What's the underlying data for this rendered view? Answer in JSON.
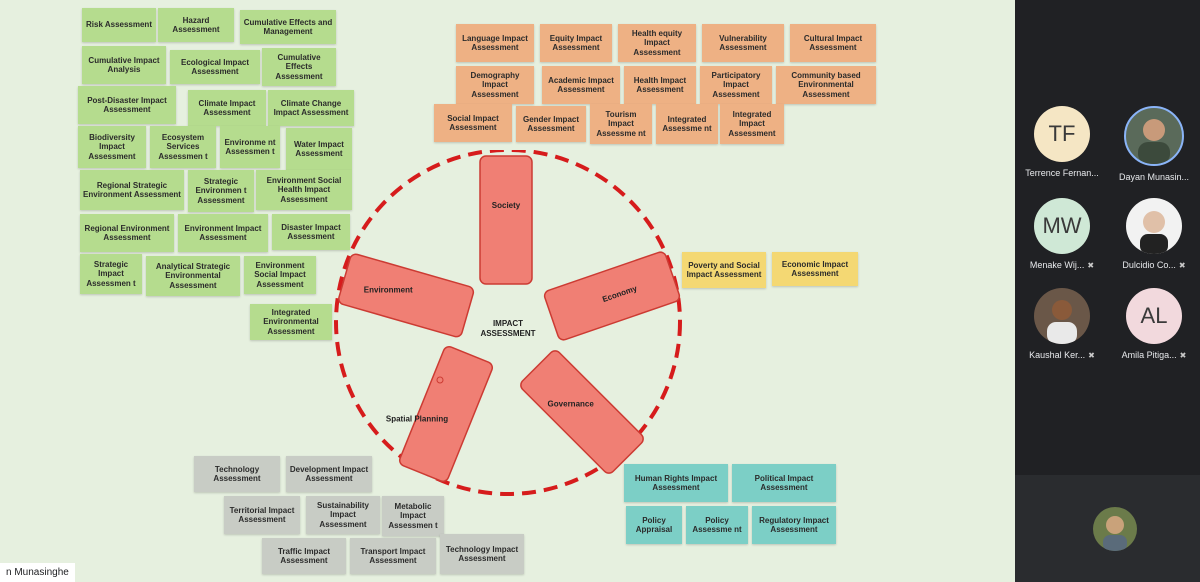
{
  "board": {
    "center_label": "IMPACT ASSESSMENT",
    "petals": [
      "Society",
      "Economy",
      "Governance",
      "Spatial Planning",
      "Environment"
    ],
    "green_notes": [
      "Risk Assessment",
      "Hazard Assessment",
      "Cumulative Effects and Management",
      "Cumulative Impact Analysis",
      "Ecological Impact Assessment",
      "Cumulative Effects Assessment",
      "Post-Disaster Impact Assessment",
      "Climate Impact Assessment",
      "Climate Change Impact Assessment",
      "Biodiversity Impact Assessment",
      "Ecosystem Services Assessmen t",
      "Environme nt Assessmen t",
      "Water Impact Assessment",
      "Regional Strategic Environment Assessment",
      "Strategic Environmen t Assessment",
      "Environment Social Health Impact Assessment",
      "Regional Environment Assessment",
      "Environment Impact Assessment",
      "Disaster Impact Assessment",
      "Strategic Impact Assessmen t",
      "Analytical Strategic Environmental Assessment",
      "Environment Social Impact Assessment",
      "Integrated Environmental Assessment"
    ],
    "orange_notes": [
      "Language Impact Assessment",
      "Equity Impact Assessment",
      "Health equity Impact Assessment",
      "Vulnerability Assessment",
      "Cultural Impact Assessment",
      "Demography Impact Assessment",
      "Academic Impact Assessment",
      "Health Impact Assessment",
      "Participatory Impact Assessment",
      "Community based Environmental Assessment",
      "Social Impact Assessment",
      "Gender Impact Assessment",
      "Tourism Impact Assessme nt",
      "Integrated Assessme nt",
      "Integrated Impact Assessment"
    ],
    "yellow_notes": [
      "Poverty and Social Impact Assessment",
      "Economic Impact Assessment"
    ],
    "grey_notes": [
      "Technology Assessment",
      "Development Impact Assessment",
      "Territorial Impact Assessment",
      "Sustainability Impact Assessment",
      "Metabolic Impact Assessmen t",
      "Traffic Impact Assessment",
      "Transport Impact Assessment",
      "Technology Impact Assessment"
    ],
    "teal_notes": [
      "Human Rights Impact Assessment",
      "Political Impact Assessment",
      "Policy Appraisal",
      "Policy Assessme nt",
      "Regulatory Impact Assessment"
    ]
  },
  "participants": [
    {
      "initials": "TF",
      "name": "Terrence Fernan...",
      "avatar_color": "#f5e6c4",
      "muted": false
    },
    {
      "initials": "",
      "name": "Dayan Munasin...",
      "avatar_color": "#5a6a5a",
      "muted": false
    },
    {
      "initials": "MW",
      "name": "Menake Wij...",
      "avatar_color": "#cfe8d6",
      "muted": true
    },
    {
      "initials": "",
      "name": "Dulcidio Co...",
      "avatar_color": "#f2f2f2",
      "muted": true
    },
    {
      "initials": "",
      "name": "Kaushal Ker...",
      "avatar_color": "#6a5748",
      "muted": true
    },
    {
      "initials": "AL",
      "name": "Amila Pitiga...",
      "avatar_color": "#f2d9dd",
      "muted": true
    }
  ],
  "presenter_label": "n Munasinghe",
  "mic_icon": "✖"
}
